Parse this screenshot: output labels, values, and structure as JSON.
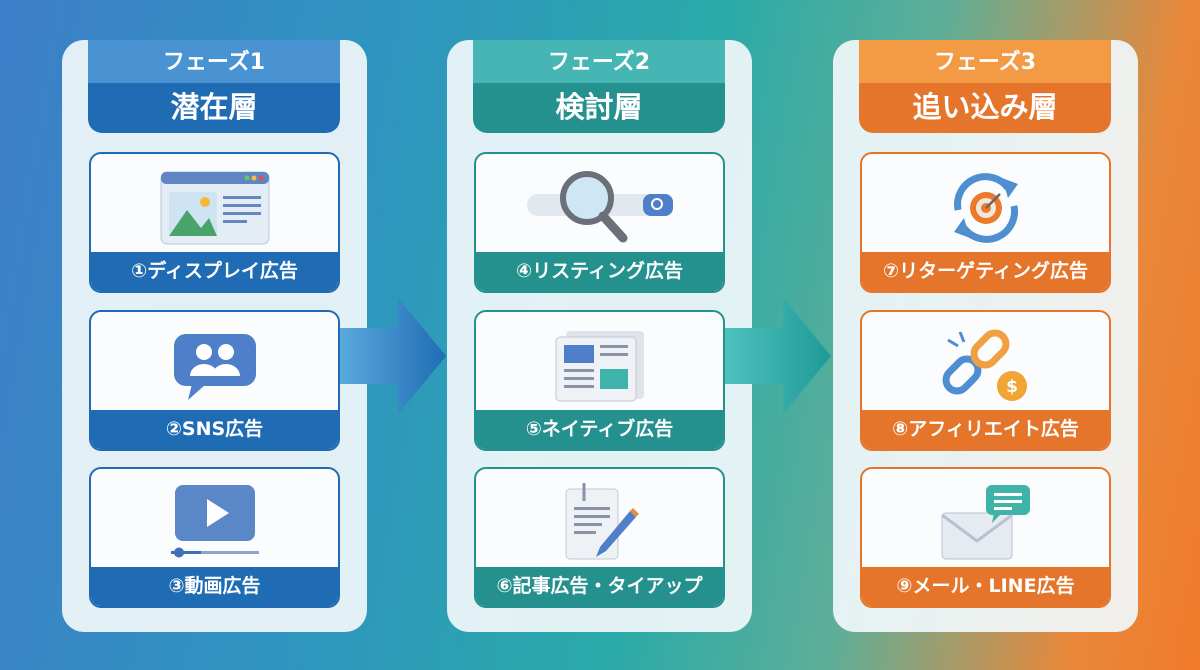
{
  "colors": {
    "blue_top": "#4a93d3",
    "blue_bottom": "#1f6cb4",
    "teal_top": "#45b6b4",
    "teal_bottom": "#24918f",
    "orange_top": "#f39a45",
    "orange_bottom": "#e5752a"
  },
  "phases": [
    {
      "phase": "フェーズ1",
      "layer": "潜在層",
      "items": [
        {
          "label": "①ディスプレイ広告",
          "icon": "browser-image-icon"
        },
        {
          "label": "②SNS広告",
          "icon": "chat-users-icon"
        },
        {
          "label": "③動画広告",
          "icon": "video-play-icon"
        }
      ]
    },
    {
      "phase": "フェーズ2",
      "layer": "検討層",
      "items": [
        {
          "label": "④リスティング広告",
          "icon": "search-bar-icon"
        },
        {
          "label": "⑤ネイティブ広告",
          "icon": "newspaper-icon"
        },
        {
          "label": "⑥記事広告・タイアップ",
          "icon": "document-pen-icon"
        }
      ]
    },
    {
      "phase": "フェーズ3",
      "layer": "追い込み層",
      "items": [
        {
          "label": "⑦リターゲティング広告",
          "icon": "target-cycle-icon"
        },
        {
          "label": "⑧アフィリエイト広告",
          "icon": "link-coin-icon"
        },
        {
          "label": "⑨メール・LINE広告",
          "icon": "mail-chat-icon"
        }
      ]
    }
  ]
}
